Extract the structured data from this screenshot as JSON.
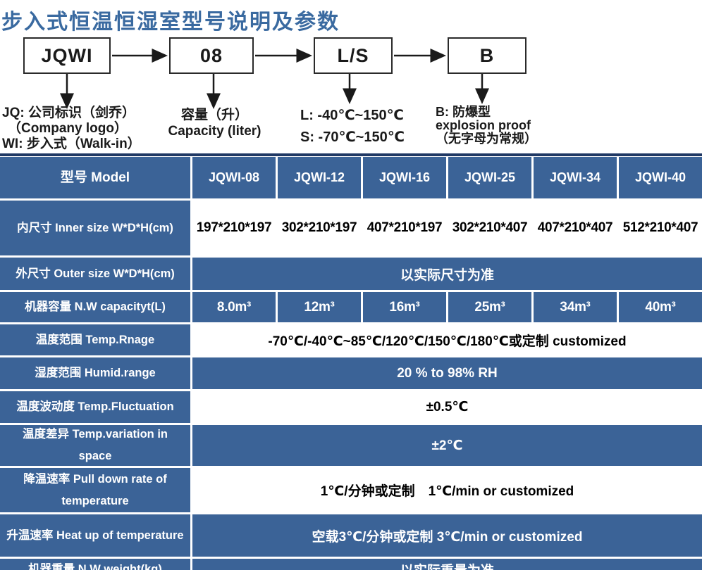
{
  "title": "步入式恒温恒湿室型号说明及参数",
  "colors": {
    "cell_blue": "#3b6397",
    "top_border_navy": "#1f3864",
    "title_blue": "#3a6aa0"
  },
  "flow": {
    "boxes": [
      {
        "label": "JQWI",
        "desc_lines": [
          "JQ: 公司标识（剑乔）",
          "（Company logo）",
          "WI: 步入式（Walk-in）"
        ]
      },
      {
        "label": "08",
        "desc_lines": [
          "容量（升）",
          "Capacity (liter)"
        ]
      },
      {
        "label": "L/S",
        "desc_lines": [
          "L: -40℃~150℃",
          "S: -70℃~150℃"
        ]
      },
      {
        "label": "B",
        "desc_lines": [
          "B: 防爆型",
          "explosion proof",
          "（无字母为常规）"
        ]
      }
    ]
  },
  "table": {
    "header": {
      "label": "型号 Model",
      "models": [
        "JQWI-08",
        "JQWI-12",
        "JQWI-16",
        "JQWI-25",
        "JQWI-34",
        "JQWI-40"
      ]
    },
    "rows": [
      {
        "label": "内尺寸 Inner size W*D*H(cm)",
        "style": "light",
        "values": [
          "197*210*197",
          "302*210*197",
          "407*210*197",
          "302*210*407",
          "407*210*407",
          "512*210*407"
        ]
      },
      {
        "label": "外尺寸 Outer size W*D*H(cm)",
        "style": "dark",
        "value": "以实际尺寸为准"
      },
      {
        "label": "机器容量 N.W capacityt(L)",
        "style": "dark",
        "values": [
          "8.0m³",
          "12m³",
          "16m³",
          "25m³",
          "34m³",
          "40m³"
        ]
      },
      {
        "label": "温度范围 Temp.Rnage",
        "style": "light",
        "value": "-70℃/-40℃~85℃/120℃/150℃/180℃或定制 customized"
      },
      {
        "label": "湿度范围 Humid.range",
        "style": "dark",
        "value": "20 % to 98% RH"
      },
      {
        "label": "温度波动度 Temp.Fluctuation",
        "style": "light",
        "value": "±0.5℃"
      },
      {
        "label": "温度差异 Temp.variation in space",
        "style": "dark",
        "value": "±2℃"
      },
      {
        "label": "降温速率 Pull down rate of temperature",
        "style": "light",
        "value": "1℃/分钟或定制　1℃/min or customized"
      },
      {
        "label": "升温速率 Heat up of temperature",
        "style": "dark",
        "value": "空载3℃/分钟或定制 3℃/min or customized"
      },
      {
        "label": "机器重量 N.W weight(kg)",
        "style": "dark",
        "value": "以实际重量为准"
      }
    ]
  }
}
